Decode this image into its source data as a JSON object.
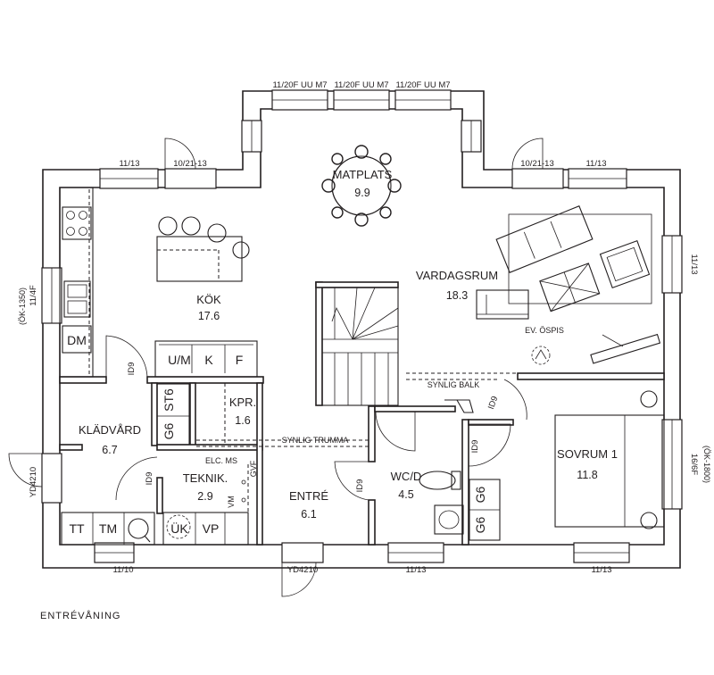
{
  "caption": "ENTRÉVÅNING",
  "rooms": {
    "matplats": {
      "name": "MATPLATS",
      "area": "9.9"
    },
    "kok": {
      "name": "KÖK",
      "area": "17.6"
    },
    "vardagsrum": {
      "name": "VARDAGSRUM",
      "area": "18.3"
    },
    "kladvard": {
      "name": "KLÄDVÅRD",
      "area": "6.7"
    },
    "kpr": {
      "name": "KPR.",
      "area": "1.6"
    },
    "teknik": {
      "name": "TEKNIK.",
      "area": "2.9"
    },
    "entre": {
      "name": "ENTRÉ",
      "area": "6.1"
    },
    "wcd": {
      "name": "WC/D",
      "area": "4.5"
    },
    "sovrum1": {
      "name": "SOVRUM 1",
      "area": "11.8"
    }
  },
  "windows": {
    "top1": "11/20F UU M7",
    "top2": "11/20F UU M7",
    "top3": "11/20F UU M7",
    "left_top": "11/13",
    "left_door": "10/21-13",
    "right_door": "10/21-13",
    "right_top": "11/13",
    "left_side": "11/4F",
    "left_side_note": "(ÖK-1350)",
    "right_upper": "11/13",
    "right_lower": "16/6F",
    "right_lower_note": "(ÖK-1800)",
    "bottom_left": "11/10",
    "bottom_mid": "11/13",
    "bottom_right": "11/13",
    "entry_door": "YD4210",
    "side_door": "YD4210"
  },
  "doors": {
    "id9_kok": "ID9",
    "id9_tek": "ID9",
    "id9_entre": "ID9",
    "id9_wc": "ID9",
    "id9_sov": "ID9"
  },
  "fixtures": {
    "um": "U/M",
    "k": "K",
    "f": "F",
    "dm": "DM",
    "st6": "ST6",
    "g6_kpr": "G6",
    "g6_wc_top": "G6",
    "g6_wc_bottom": "G6",
    "tt": "TT",
    "tm": "TM",
    "uk": "ÜK",
    "vp": "VP"
  },
  "notes": {
    "synlig_balk": "SYNLIG BALK",
    "synlig_trumma": "SYNLIG TRUMMA",
    "elc_ms": "ELC. MS",
    "gvf": "GVF",
    "vm": "VM",
    "ev_ospis": "EV. ÖSPIS"
  }
}
